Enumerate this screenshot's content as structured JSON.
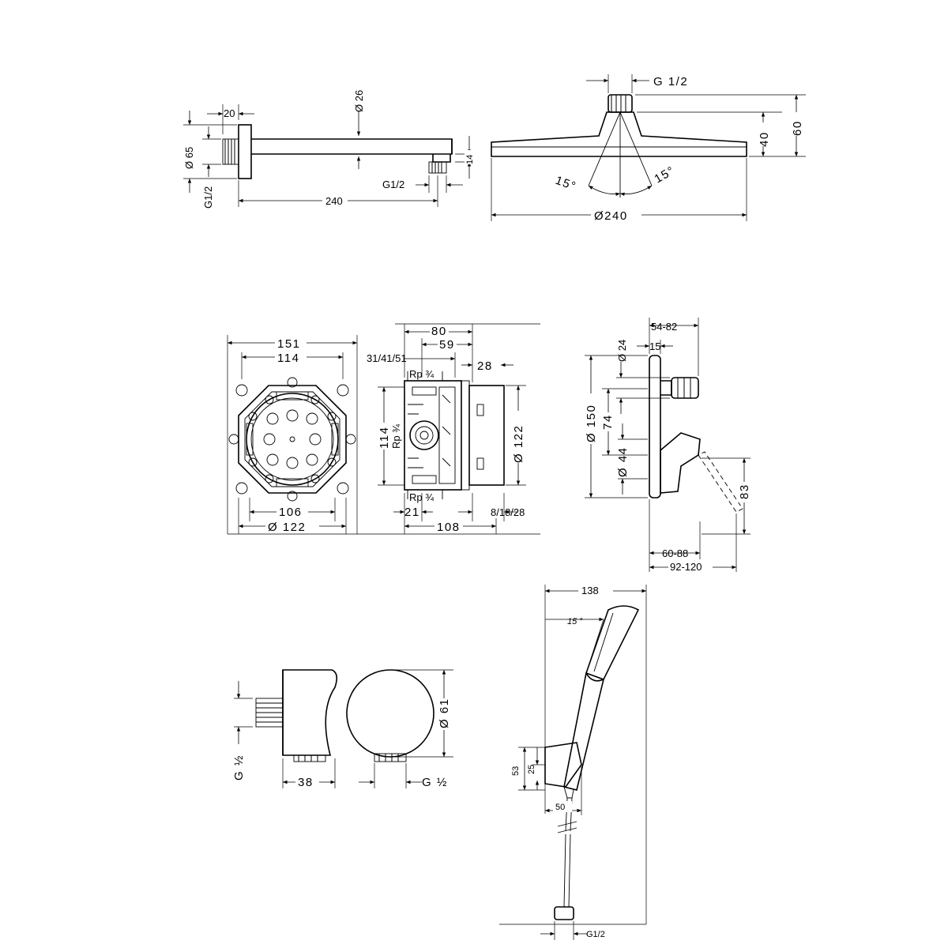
{
  "shower_arm": {
    "flange_width": "20",
    "arm_diameter": "Ø 26",
    "flange_diameter": "Ø 65",
    "wall_thread": "G1/2",
    "outlet_height": "14",
    "outlet_thread": "G1/2",
    "arm_length": "240"
  },
  "overhead_shower": {
    "connection_thread": "G 1/2",
    "body_height": "40",
    "total_height": "60",
    "tilt_left": "15°",
    "tilt_right": "15°",
    "plate_diameter": "Ø240"
  },
  "ibox_front": {
    "outer_width": "151",
    "inner_width": "114",
    "bottom_width": "106",
    "diameter": "Ø 122"
  },
  "ibox_side": {
    "depth_80": "80",
    "depth_59": "59",
    "offsets": "31/41/51",
    "rp_top": "Rp ¾",
    "rp_left": "Rp ¾",
    "rp_bottom": "Rp ¾",
    "clearance_28": "28",
    "height_114": "114",
    "diameter_122": "Ø 122",
    "offset_21": "21",
    "width_108": "108",
    "tile_depth": "8/18/28"
  },
  "mixer": {
    "projection_range": "54-82",
    "spout_15": "15",
    "spout_diameter": "Ø 24",
    "plate_diameter": "Ø 150",
    "spacing_74": "74",
    "cartridge_diameter": "Ø 44",
    "handle_height": "83",
    "depth_range_1": "60-88",
    "depth_range_2": "92-120"
  },
  "wall_outlet": {
    "thread_vertical": "G ½",
    "width": "38",
    "diameter": "Ø 61",
    "thread_bottom": "G ½"
  },
  "hand_shower": {
    "length": "138",
    "angle": "15 °",
    "height_53": "53",
    "height_25": "25",
    "holder_width": "50",
    "hose_thread": "G1/2"
  }
}
